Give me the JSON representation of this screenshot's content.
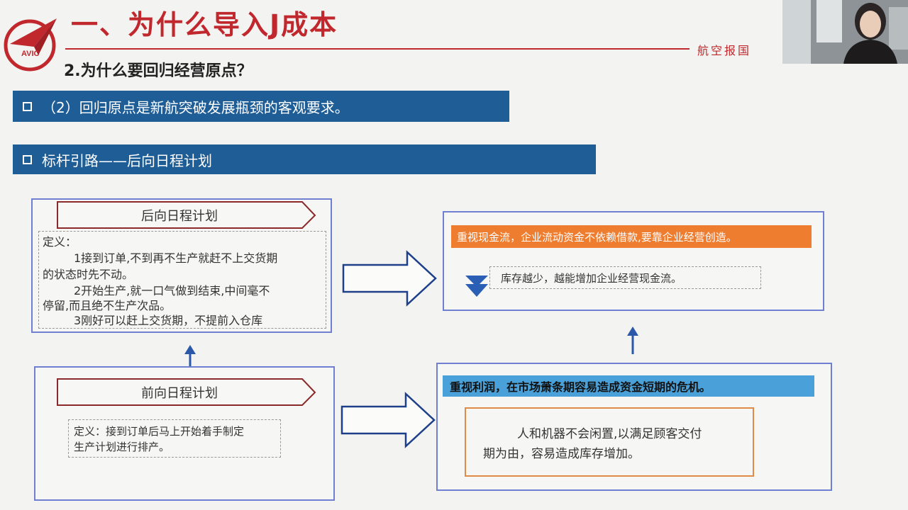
{
  "header": {
    "title": "一、为什么导入J成本",
    "subtitle": "2.为什么要回归经营原点？",
    "slogan": "航空报国",
    "logo_text": "AVIC"
  },
  "banners": {
    "banner1": "（2）回归原点是新航突破发展瓶颈的客观要求。",
    "banner2": "标杆引路——后向日程计划"
  },
  "backward": {
    "label": "后向日程计划",
    "def_title": "定义：",
    "lines": [
      "1接到订单,不到再不生产就赶不上交货期",
      "的状态时先不动。",
      "2开始生产,就一口气做到结束,中间毫不",
      "停留,而且绝不生产次品。",
      "3刚好可以赶上交货期，不提前入仓库"
    ]
  },
  "forward": {
    "label": "前向日程计划",
    "def_line1": "定义：接到订单后马上开始着手制定",
    "def_line2": "生产计划进行排产。"
  },
  "cash": {
    "headline": "重视现金流，企业流动资金不依赖借款,要靠企业经营创造。",
    "detail": "库存越少，越能增加企业经营现金流。"
  },
  "profit": {
    "headline": "重视利润，在市场萧条期容易造成资金短期的危机。",
    "detail_line1": "人和机器不会闲置,以满足顾客交付",
    "detail_line2": "期为由，容易造成库存增加。"
  },
  "colors": {
    "brand_red": "#c0282d",
    "banner_blue": "#1f5d97",
    "box_border": "#6f7fd1",
    "orange": "#ee7d30",
    "light_blue": "#4aa0d8"
  }
}
